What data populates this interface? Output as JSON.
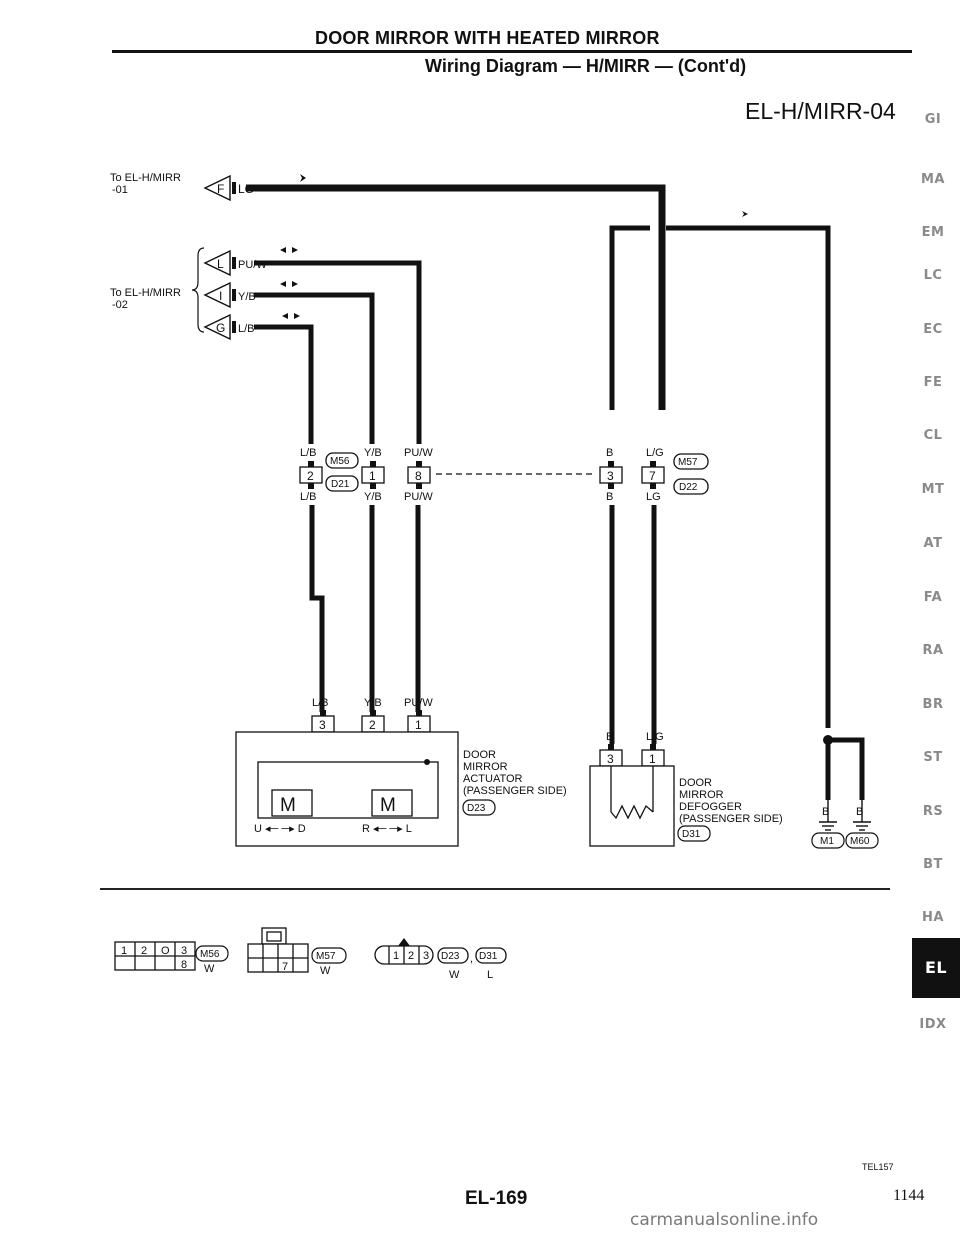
{
  "header": {
    "title": "DOOR MIRROR WITH HEATED MIRROR",
    "subtitle": "Wiring Diagram — H/MIRR — (Cont'd)",
    "diagram_id": "EL-H/MIRR-04"
  },
  "side_tabs": [
    "GI",
    "MA",
    "EM",
    "LC",
    "EC",
    "FE",
    "CL",
    "MT",
    "AT",
    "FA",
    "RA",
    "BR",
    "ST",
    "RS",
    "BT",
    "HA",
    "EL",
    "IDX"
  ],
  "active_tab": "EL",
  "sources": {
    "ref01": "To EL-H/MIRR -01",
    "ref02": "To EL-H/MIRR -02",
    "f_letter": "F",
    "f_wire": "LG",
    "l_letter": "L",
    "l_wire": "PU/W",
    "i_letter": "I",
    "i_wire": "Y/B",
    "g_letter": "G",
    "g_wire": "L/B"
  },
  "connectors": {
    "m56": "M56",
    "d21": "D21",
    "m57": "M57",
    "d22": "D22",
    "d23": "D23",
    "d31": "D31",
    "m1": "M1",
    "m60": "M60"
  },
  "wire_labels": {
    "lb": "L/B",
    "yb": "Y/B",
    "puw": "PU/W",
    "b": "B",
    "lg": "LG",
    "lg_top": "L/G",
    "lg_bottom": "L/G"
  },
  "pins": {
    "p2": "2",
    "p1": "1",
    "p8": "8",
    "p3": "3",
    "p7": "7",
    "p3b": "3",
    "p2b": "2",
    "p1b": "1",
    "p3c": "3",
    "p1c": "1"
  },
  "components": {
    "actuator": [
      "DOOR",
      "MIRROR",
      "ACTUATOR",
      "(PASSENGER SIDE)"
    ],
    "defogger": [
      "DOOR",
      "MIRROR",
      "DEFOGGER",
      "(PASSENGER SIDE)"
    ],
    "motor": "M",
    "ud": "U ◂─ ─▸ D",
    "rl": "R ◂─ ─▸ L",
    "ground_b": "B"
  },
  "connector_views": {
    "m56_cells_top": [
      "1",
      "2",
      "",
      "3"
    ],
    "m56_cells_bottom": [
      "",
      "",
      "",
      "8"
    ],
    "m56_o": "O",
    "m56_color": "W",
    "m57_cells_bottom": [
      "",
      "",
      "7",
      ""
    ],
    "m57_color": "W",
    "d_cells": [
      "1",
      "2",
      "3"
    ],
    "d23": "D23",
    "d31": "D31",
    "d23_color": "W",
    "d31_color": "L",
    "comma": ","
  },
  "footer": {
    "figure_ref": "TEL157",
    "page_number": "EL-169",
    "page_total": "1144",
    "watermark": "carmanualsonline.info"
  }
}
